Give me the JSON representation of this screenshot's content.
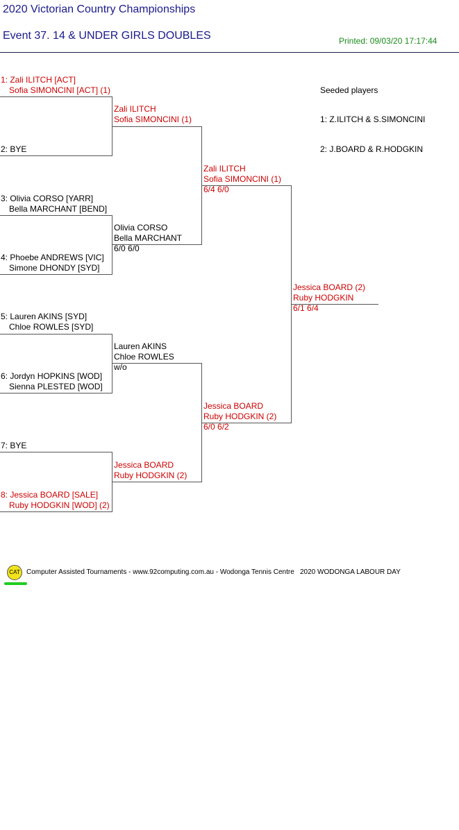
{
  "header": {
    "championship": "2020 Victorian Country Championships",
    "event": "Event 37. 14 & UNDER GIRLS DOUBLES",
    "printed": "Printed: 09/03/20 17:17:44"
  },
  "seeds": {
    "heading": "Seeded players",
    "list": [
      "1: Z.ILITCH & S.SIMONCINI",
      "2: J.BOARD & R.HODGKIN"
    ]
  },
  "round1": [
    {
      "line1": "1: Zali ILITCH [ACT]",
      "line2": "Sofia SIMONCINI [ACT] (1)",
      "seeded": true
    },
    {
      "line1": "2: BYE",
      "line2": "",
      "seeded": false
    },
    {
      "line1": "3: Olivia CORSO [YARR]",
      "line2": "Bella MARCHANT [BEND]",
      "seeded": false
    },
    {
      "line1": "4: Phoebe ANDREWS [VIC]",
      "line2": "Simone DHONDY [SYD]",
      "seeded": false
    },
    {
      "line1": "5: Lauren AKINS [SYD]",
      "line2": "Chloe ROWLES [SYD]",
      "seeded": false
    },
    {
      "line1": "6: Jordyn HOPKINS [WOD]",
      "line2": "Sienna PLESTED [WOD]",
      "seeded": false
    },
    {
      "line1": "7: BYE",
      "line2": "",
      "seeded": false
    },
    {
      "line1": "8: Jessica BOARD [SALE]",
      "line2": "Ruby HODGKIN [WOD] (2)",
      "seeded": true
    }
  ],
  "round2": [
    {
      "line1": "Zali ILITCH",
      "line2": "Sofia SIMONCINI (1)",
      "score": "",
      "seeded": true
    },
    {
      "line1": "Olivia CORSO",
      "line2": "Bella MARCHANT",
      "score": "6/0 6/0",
      "seeded": false
    },
    {
      "line1": "Lauren AKINS",
      "line2": "Chloe ROWLES",
      "score": "w/o",
      "seeded": false
    },
    {
      "line1": "Jessica BOARD",
      "line2": "Ruby HODGKIN (2)",
      "score": "",
      "seeded": true
    }
  ],
  "semis": [
    {
      "line1": "Zali ILITCH",
      "line2": "Sofia SIMONCINI (1)",
      "score": "6/4 6/0",
      "seeded": true
    },
    {
      "line1": "Jessica BOARD",
      "line2": "Ruby HODGKIN (2)",
      "score": "6/0 6/2",
      "seeded": true
    }
  ],
  "final": {
    "line1": "Jessica BOARD (2)",
    "line2": "Ruby HODGKIN",
    "score": "6/1 6/4",
    "seeded": true
  },
  "footer": {
    "logo": "CAT",
    "text": "Computer Assisted Tournaments - www.92computing.com.au -  Wodonga Tennis Centre",
    "event": "2020 WODONGA LABOUR DAY"
  }
}
